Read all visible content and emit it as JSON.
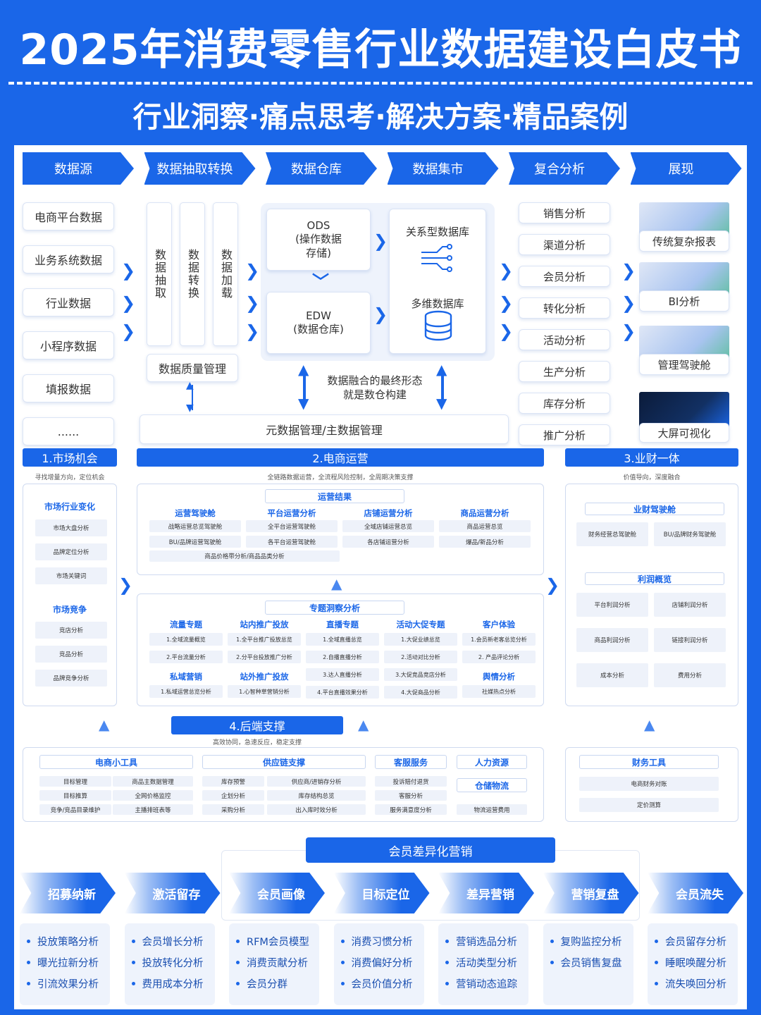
{
  "title": "2025年消费零售行业数据建设白皮书",
  "subtitle": "行业洞察·痛点思考·解决方案·精品案例",
  "flow": {
    "steps": [
      "数据源",
      "数据抽取转换",
      "数据仓库",
      "数据集市",
      "复合分析",
      "展现"
    ],
    "sources": [
      "电商平台数据",
      "业务系统数据",
      "行业数据",
      "小程序数据",
      "填报数据",
      "......"
    ],
    "etl": [
      "数据抽取",
      "数据转换",
      "数据加载"
    ],
    "quality": "数据质量管理",
    "ods": "ODS\n(操作数据\n存储)",
    "edw": "EDW\n(数据仓库)",
    "rel_db": "关系型数据库",
    "multi_db": "多维数据库",
    "fusion": "数据融合的最终形态\n就是数仓构建",
    "metadata": "元数据管理/主数据管理",
    "analysis": [
      "销售分析",
      "渠道分析",
      "会员分析",
      "转化分析",
      "活动分析",
      "生产分析",
      "库存分析",
      "推广分析"
    ],
    "display": [
      "传统复杂报表",
      "BI分析",
      "管理驾驶舱",
      "大屏可视化"
    ]
  },
  "market": {
    "title": "1.市场机会",
    "desc": "寻找增量方向，定位机会",
    "g1": "市场行业变化",
    "g1_items": [
      "市场大盘分析",
      "品牌定位分析",
      "市场关键词"
    ],
    "g2": "市场竞争",
    "g2_items": [
      "竞店分析",
      "竞品分析",
      "品牌竞争分析"
    ]
  },
  "ecom": {
    "title": "2.电商运营",
    "desc": "全链路数据运营，全流程风险控制，全周期决策支撑",
    "result": "运营结果",
    "result_cols": [
      {
        "h": "运营驾驶舱",
        "items": [
          "战略运营总览驾驶舱",
          "BU/品牌运营驾驶舱"
        ]
      },
      {
        "h": "平台运营分析",
        "items": [
          "全平台运营驾驶舱",
          "各平台运营驾驶舱"
        ]
      },
      {
        "h": "店铺运营分析",
        "items": [
          "全域店铺运营总览",
          "各店铺运营分析"
        ]
      },
      {
        "h": "商品运营分析",
        "items": [
          "商品运营总览",
          "爆品/新品分析"
        ]
      }
    ],
    "result_extra": "商品价格带分析/商品品类分析",
    "insight": "专题洞察分析",
    "insight_cols": [
      {
        "h": "流量专题",
        "items": [
          "1.全域流量概览",
          "2.平台流量分析"
        ]
      },
      {
        "h": "站内推广投放",
        "items": [
          "1.全平台推广投放总览",
          "2.分平台投放推广分析"
        ]
      },
      {
        "h": "直播专题",
        "items": [
          "1.全域直播总览",
          "2.自播直播分析",
          "3.达人直播分析",
          "4.平台直播效果分析"
        ]
      },
      {
        "h": "活动大促专题",
        "items": [
          "1.大促业绩总览",
          "2.活动对比分析",
          "3.大促竞品竞店分析",
          "4.大促商品分析"
        ]
      },
      {
        "h": "客户体验",
        "items": [
          "1.会员新老客总览分析",
          "2. 产品评论分析"
        ]
      }
    ],
    "private": {
      "h": "私域营销",
      "items": [
        "1.私域运营总览分析"
      ]
    },
    "offsite": {
      "h": "站外推广投放",
      "items": [
        "1.心智种草营销分析"
      ]
    },
    "sentiment": {
      "h": "舆情分析",
      "items": [
        "社媒热点分析"
      ]
    }
  },
  "finance": {
    "title": "3.业财一体",
    "desc": "价值导向，深度融合",
    "cockpit": "业财驾驶舱",
    "cockpit_items": [
      "财务经营总驾驶舱",
      "BU/品牌财务驾驶舱"
    ],
    "profit": "利润概览",
    "profit_items": [
      "平台利润分析",
      "店铺利润分析",
      "商品利润分析",
      "链接利润分析",
      "成本分析",
      "费用分析"
    ]
  },
  "backend": {
    "title": "4.后端支撑",
    "desc": "高效协同，急速反应，稳定支撑",
    "tools": {
      "h": "电商小工具",
      "items": [
        "目标管理",
        "商品主数据管理",
        "目标推算",
        "全网价格监控",
        "竞争/竞品目录维护",
        "主播排班表等"
      ]
    },
    "supply": {
      "h": "供应链支撑",
      "items": [
        "库存预警",
        "供应商/进销存分析",
        "企划分析",
        "库存结构总览",
        "采购分析",
        "出入库时效分析"
      ]
    },
    "service": {
      "h": "客服服务",
      "items": [
        "投诉赔付退货",
        "客服分析",
        "服务满意度分析"
      ]
    },
    "hr": "人力资源",
    "logistics": "仓储物流",
    "logistics_item": "物流运营费用",
    "fin_tools": {
      "h": "财务工具",
      "items": [
        "电商财务对账",
        "定价测算"
      ]
    }
  },
  "member": {
    "title": "会员差异化营销",
    "stages": [
      {
        "name": "招募纳新",
        "items": [
          "投放策略分析",
          "曝光拉新分析",
          "引流效果分析"
        ]
      },
      {
        "name": "激活留存",
        "items": [
          "会员增长分析",
          "投放转化分析",
          "费用成本分析"
        ]
      },
      {
        "name": "会员画像",
        "items": [
          "RFM会员模型",
          "消费贡献分析",
          "会员分群"
        ]
      },
      {
        "name": "目标定位",
        "items": [
          "消费习惯分析",
          "消费偏好分析",
          "会员价值分析"
        ]
      },
      {
        "name": "差异营销",
        "items": [
          "营销选品分析",
          "活动类型分析",
          "营销动态追踪"
        ]
      },
      {
        "name": "营销复盘",
        "items": [
          "复购监控分析",
          "会员销售复盘"
        ]
      },
      {
        "name": "会员流失",
        "items": [
          "会员留存分析",
          "睡眠唤醒分析",
          "流失唤回分析"
        ]
      }
    ]
  },
  "colors": {
    "primary": "#1a66e8",
    "light": "#eef3fc"
  }
}
